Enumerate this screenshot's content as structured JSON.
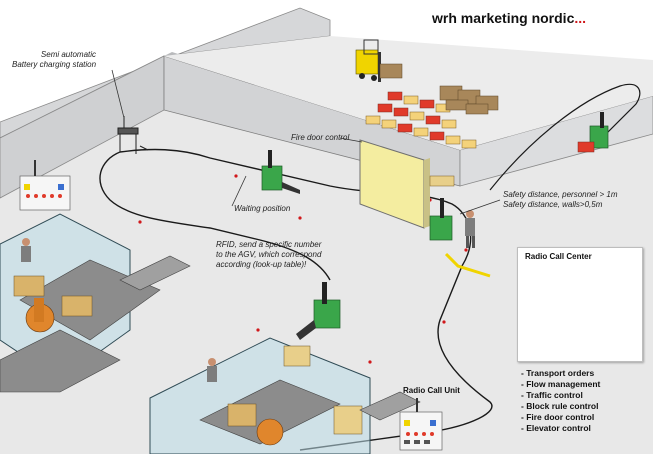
{
  "brand": {
    "name": "wrh marketing nordic",
    "dots": "..."
  },
  "labels": {
    "charging_station": "Semi automatic\nBattery charging station",
    "fire_door": "Fire door control",
    "waiting": "Waiting position",
    "safety": "Safety distance, personnel > 1m\nSafety distance, walls>0,5m",
    "rfid": "RFID, send a specific number\nto the AGV, which correspond\naccording (look-up table)!",
    "radio_call_unit": "Radio Call Unit"
  },
  "radio_call_center": {
    "title": "Radio Call Center",
    "features": [
      "- Transport orders",
      "- Flow management",
      "- Traffic control",
      "- Block rule control",
      "- Fire door control",
      "- Elevator control"
    ]
  },
  "colors": {
    "agv": "#3aa64a",
    "wall": "#d8d9db",
    "floor": "#e9e9e9",
    "pallet_red": "#e03a2a",
    "robot": "#e0862c",
    "door": "#f4eda0",
    "accent_red": "#d0181b"
  }
}
